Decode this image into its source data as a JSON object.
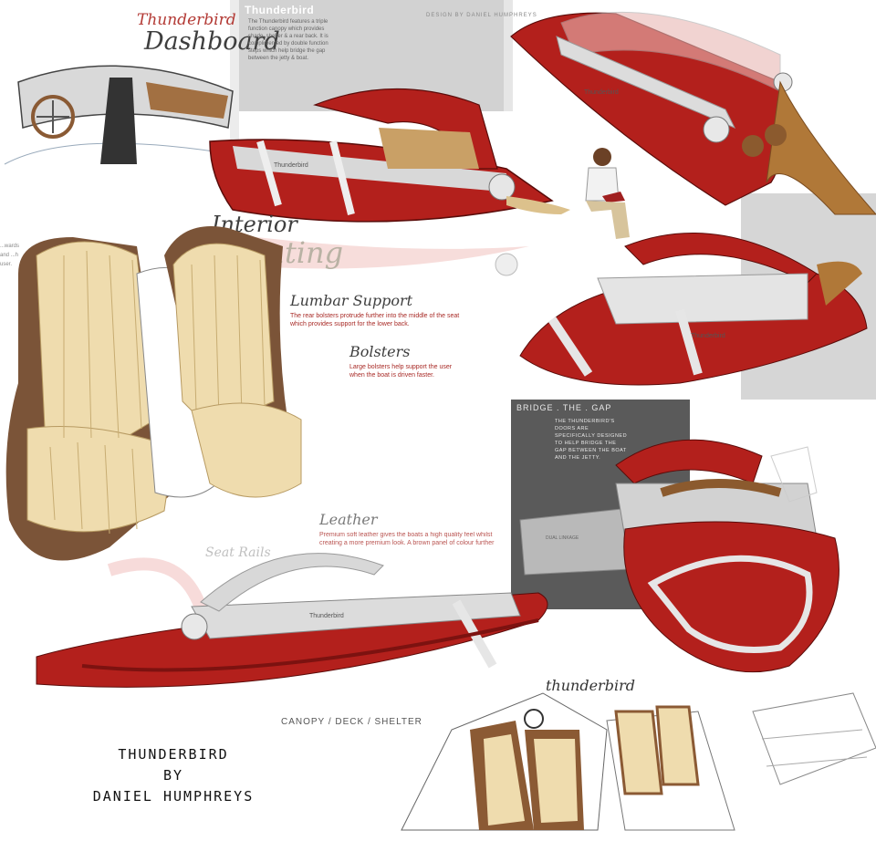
{
  "colors": {
    "hull_red": "#b3201c",
    "hull_dark_red": "#7c1210",
    "chrome_silver": "#d8d8d8",
    "leather_cream": "#efdcae",
    "leather_brown": "#7b5438",
    "wood_deck": "#c08a52"
  },
  "header": {
    "brand_script": "Thunderbird",
    "brand_tab": "Thunderbird",
    "design_by": "DESIGN BY DANIEL HUMPHREYS"
  },
  "dashboard": {
    "title": "Dashboard",
    "note": "The Thunderbird features a triple function canopy which provides shade, shelter & a rear back. It is complimented by double function steps which help bridge the gap between the jetty & boat."
  },
  "interior": {
    "title_line1": "Interior",
    "title_line2": "Seating",
    "lumbar_title": "Lumbar Support",
    "lumbar_text": "The rear bolsters protrude further into the middle of the seat which provides support for the lower back.",
    "bolsters_title": "Bolsters",
    "bolsters_text": "Large bolsters help support the user when the boat is driven faster.",
    "leather_title": "Leather",
    "leather_text": "Premium soft leather gives the boats a high quality feel whilst creating a more premium look. A brown panel of colour further",
    "seat_rail_title": "Seat Rails",
    "side_note": "...wards and ...h user."
  },
  "bridge": {
    "title": "BRIDGE . THE . GAP",
    "text": "THE THUNDERBIRD'S DOORS ARE SPECIFICALLY DESIGNED TO HELP BRIDGE THE GAP BETWEEN THE BOAT AND THE JETTY.",
    "side_label": "DUAL LINKAGE"
  },
  "canopy_caption": "CANOPY / DECK / SHELTER",
  "hull_badge": "Thunderbird",
  "credits": {
    "line1": "THUNDERBIRD",
    "line2": "BY",
    "line3": "DANIEL HUMPHREYS"
  },
  "sketch": {
    "title": "thunderbird"
  }
}
